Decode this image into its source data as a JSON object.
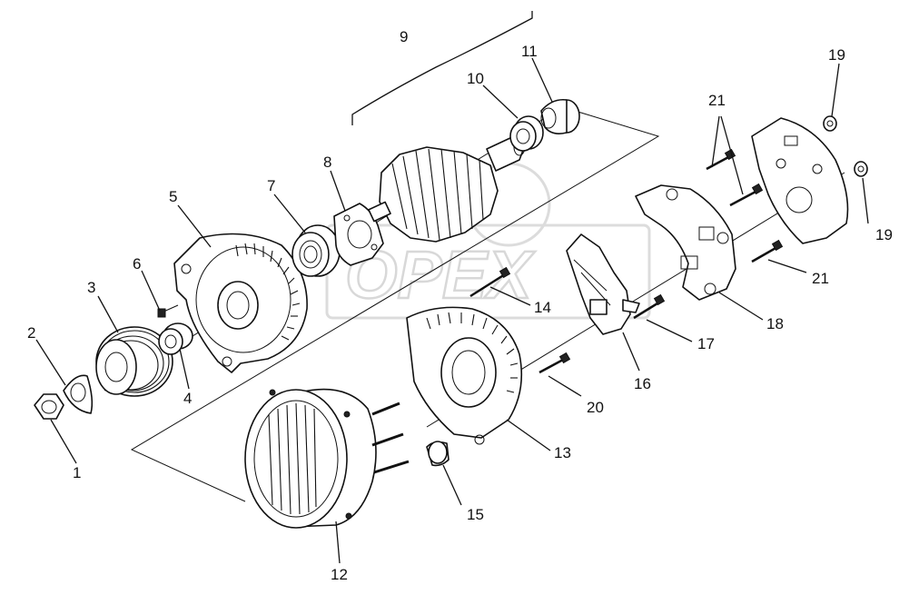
{
  "watermark": "OPEX",
  "callouts": [
    {
      "id": "c1",
      "text": "1"
    },
    {
      "id": "c2",
      "text": "2"
    },
    {
      "id": "c3",
      "text": "3"
    },
    {
      "id": "c4",
      "text": "4"
    },
    {
      "id": "c5",
      "text": "5"
    },
    {
      "id": "c6",
      "text": "6"
    },
    {
      "id": "c7",
      "text": "7"
    },
    {
      "id": "c8",
      "text": "8"
    },
    {
      "id": "c9",
      "text": "9"
    },
    {
      "id": "c10",
      "text": "10"
    },
    {
      "id": "c11",
      "text": "11"
    },
    {
      "id": "c12",
      "text": "12"
    },
    {
      "id": "c13",
      "text": "13"
    },
    {
      "id": "c14",
      "text": "14"
    },
    {
      "id": "c15",
      "text": "15"
    },
    {
      "id": "c16",
      "text": "16"
    },
    {
      "id": "c17",
      "text": "17"
    },
    {
      "id": "c18",
      "text": "18"
    },
    {
      "id": "c19a",
      "text": "19"
    },
    {
      "id": "c19b",
      "text": "19"
    },
    {
      "id": "c20",
      "text": "20"
    },
    {
      "id": "c21a",
      "text": "21"
    },
    {
      "id": "c21b",
      "text": "21"
    }
  ]
}
